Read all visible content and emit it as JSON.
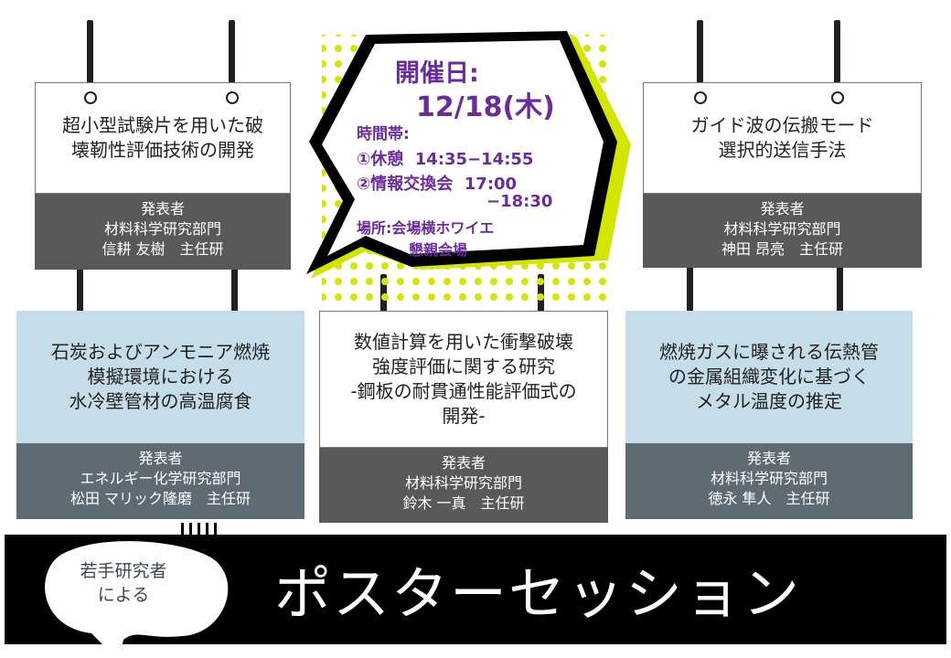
{
  "event": {
    "date_label": "開催日:",
    "date": "12/18(木)",
    "time_label": "時間帯:",
    "slot1": "①休憩  14:35−14:55",
    "slot2": "②情報交換会  17:00",
    "slot2_end": "−18:30",
    "place": "場所:会場横ホワイエ",
    "place2": "懇親会場"
  },
  "posters": [
    {
      "title": [
        "超小型試験片を用いた破",
        "壊靭性評価技術の開発"
      ],
      "presenter_label": "発表者",
      "dept": "材料科学研究部門",
      "name": "信耕 友樹　主任研"
    },
    {
      "title": [
        "ガイド波の伝搬モード",
        "選択的送信手法"
      ],
      "presenter_label": "発表者",
      "dept": "材料科学研究部門",
      "name": "神田 昂亮　主任研"
    },
    {
      "title": [
        "石炭およびアンモニア燃焼",
        "模擬環境における",
        "水冷壁管材の高温腐食"
      ],
      "presenter_label": "発表者",
      "dept": "エネルギー化学研究部門",
      "name": "松田 マリック隆磨　主任研"
    },
    {
      "title": [
        "数値計算を用いた衝撃破壊",
        "強度評価に関する研究",
        "-鋼板の耐貫通性能評価式の",
        "開発-"
      ],
      "presenter_label": "発表者",
      "dept": "材料科学研究部門",
      "name": "鈴木 一真　主任研"
    },
    {
      "title": [
        "燃焼ガスに曝される伝熱管",
        "の金属組織変化に基づく",
        "メタル温度の推定"
      ],
      "presenter_label": "発表者",
      "dept": "材料科学研究部門",
      "name": "徳永 隼人　主任研"
    }
  ],
  "banner": {
    "bubble": [
      "若手研究者",
      "による"
    ],
    "title": "ポスターセッション"
  },
  "colors": {
    "accent": "#6a2c9c",
    "lime": "#d4e600"
  }
}
